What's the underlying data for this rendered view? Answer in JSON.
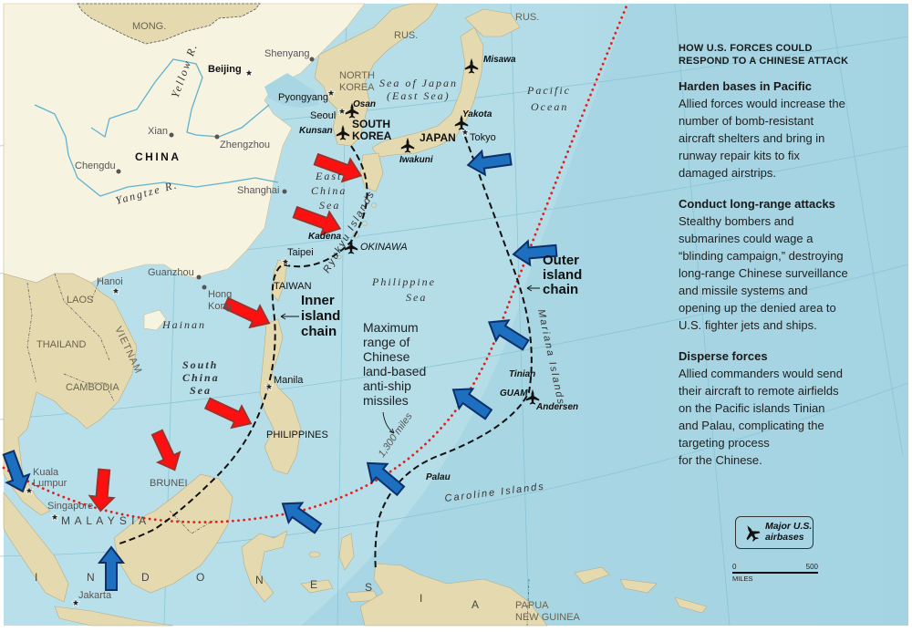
{
  "colors": {
    "ocean": "#a9d6e3",
    "ocean_light": "#c6e6ee",
    "land_china": "#f7f3e1",
    "land_other": "#e5d9b0",
    "river": "#5fb2cf",
    "range_line": "#e0201c",
    "china_arrow": "#ff1010",
    "china_arrow_border": "#a0302a",
    "us_arrow": "#1d6fc0",
    "us_arrow_border": "#0d2f6a",
    "island_chain": "#111111",
    "graticule": "#7fbfd2"
  },
  "legend": {
    "title_line1": "HOW U.S. FORCES COULD",
    "title_line2": "RESPOND TO A CHINESE ATTACK",
    "sections": [
      {
        "heading": "Harden bases in Pacific",
        "lines": [
          "Allied forces would increase the",
          "number of bomb-resistant",
          "aircraft shelters and bring in",
          "runway repair kits to fix",
          "damaged airstrips."
        ]
      },
      {
        "heading": "Conduct long-range attacks",
        "lines": [
          "Stealthy bombers and",
          "submarines could wage a",
          "“blinding campaign,” destroying",
          "long-range Chinese surveillance",
          "and missile systems and",
          "opening up the denied area to",
          "U.S. fighter jets and ships."
        ]
      },
      {
        "heading": "Disperse forces",
        "lines": [
          "Allied commanders would send",
          "their aircraft to remote airfields",
          "on the Pacific islands Tinian",
          "and Palau, complicating the",
          "targeting process",
          "for the Chinese."
        ]
      }
    ]
  },
  "key": {
    "icon": "fighter-jet-icon",
    "line1": "Major U.S.",
    "line2": "airbases"
  },
  "scale": {
    "min": "0",
    "max": "500",
    "unit": "MILES"
  },
  "map": {
    "countries": {
      "mongolia": "MONG.",
      "russia_west": "RUS.",
      "russia_east": "RUS.",
      "china": "CHINA",
      "north_korea_1": "NORTH",
      "north_korea_2": "KOREA",
      "south_korea_1": "SOUTH",
      "south_korea_2": "KOREA",
      "japan": "JAPAN",
      "taiwan": "TAIWAN",
      "laos": "LAOS",
      "thailand": "THAILAND",
      "vietnam": "VIETNAM",
      "cambodia": "CAMBODIA",
      "philippines": "PHILIPPINES",
      "brunei": "BRUNEI",
      "malaysia": "M A L A Y S I A",
      "papua_1": "PAPUA",
      "papua_2": "NEW GUINEA",
      "indonesia_letters": [
        "I",
        "N",
        "D",
        "O",
        "N",
        "E",
        "S",
        "I",
        "A"
      ]
    },
    "cities": {
      "beijing": "Beijing",
      "shenyang": "Shenyang",
      "pyongyang": "Pyongyang",
      "seoul": "Seoul",
      "xian": "Xian",
      "zhengzhou": "Zhengzhou",
      "chengdu": "Chengdu",
      "shanghai": "Shanghai",
      "taipei": "Taipei",
      "tokyo": "Tokyo",
      "guanzhou": "Guanzhou",
      "hong_kong_1": "Hong",
      "hong_kong_2": "Kong",
      "hanoi": "Hanoi",
      "manila": "Manila",
      "kuala_lumpur_1": "Kuala",
      "kuala_lumpur_2": "Lumpur",
      "singapore": "Singapore",
      "jakarta": "Jakarta"
    },
    "rivers": {
      "yellow": "Yellow R.",
      "yangtze": "Yangtze R."
    },
    "seas": {
      "sea_of_japan_1": "Sea of Japan",
      "sea_of_japan_2": "(East Sea)",
      "east_china_1": "East",
      "east_china_2": "China",
      "east_china_3": "Sea",
      "south_china_1": "South",
      "south_china_2": "China",
      "south_china_3": "Sea",
      "philippine_1": "Philippine",
      "philippine_2": "Sea",
      "pacific_1": "Pacific",
      "pacific_2": "Ocean",
      "hainan": "Hainan"
    },
    "island_groups": {
      "ryukyu": "Ryukyu Islands",
      "mariana": "Mariana Islands",
      "caroline": "Caroline Islands"
    },
    "airbases": [
      {
        "name": "Misawa"
      },
      {
        "name": "Osan"
      },
      {
        "name": "Kunsan"
      },
      {
        "name": "Yakota"
      },
      {
        "name": "Iwakuni"
      },
      {
        "name": "Kadena"
      },
      {
        "name": "Andersen"
      }
    ],
    "base_labels": {
      "okinawa": "OKINAWA",
      "guam": "GUAM",
      "tinian": "Tinian",
      "palau": "Palau"
    },
    "annotations": {
      "inner_chain_1": "Inner",
      "inner_chain_2": "island",
      "inner_chain_3": "chain",
      "outer_chain_1": "Outer",
      "outer_chain_2": "island",
      "outer_chain_3": "chain",
      "range_1": "Maximum",
      "range_2": "range of",
      "range_3": "Chinese",
      "range_4": "land-based",
      "range_5": "anti-ship",
      "range_6": "missiles",
      "range_distance": "1,300 miles"
    },
    "chinese_arrow_count": 6,
    "us_arrow_count": 8
  }
}
